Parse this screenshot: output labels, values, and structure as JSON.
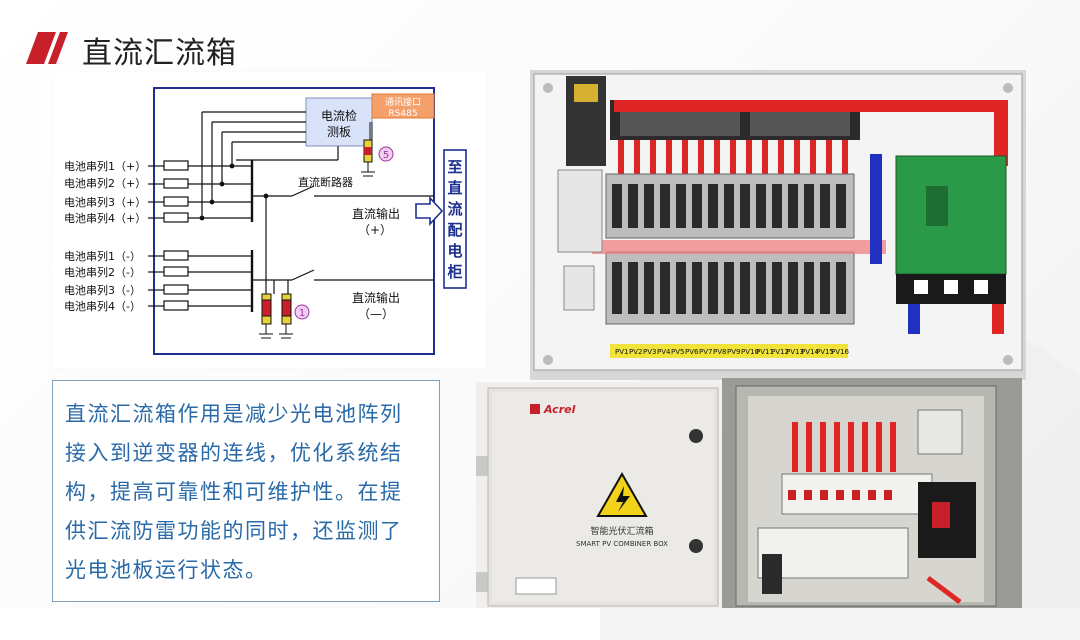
{
  "header": {
    "title": "直流汇流箱"
  },
  "diagram": {
    "inputs_pos": [
      "电池串列1（+）",
      "电池串列2（+）",
      "电池串列3（+）",
      "电池串列4（+）"
    ],
    "inputs_neg": [
      "电池串列1（-）",
      "电池串列2（-）",
      "电池串列3（-）",
      "电池串列4（-）"
    ],
    "board": [
      "电流检",
      "测板"
    ],
    "comm": [
      "通讯接口",
      "RS485"
    ],
    "breaker": "直流断路器",
    "out_pos": [
      "直流输出",
      "（+）"
    ],
    "out_neg": [
      "直流输出",
      "（—）"
    ],
    "dest": [
      "至",
      "直",
      "流",
      "配",
      "电",
      "柜"
    ],
    "markers": [
      "5",
      "1"
    ]
  },
  "description": {
    "lines": [
      "直流汇流箱作用是减少光电池阵列",
      "接入到逆变器的连线，优化系统结",
      "构，提高可靠性和可维护性。在提",
      "供汇流防雷功能的同时，还监测了",
      "光电池板运行状态。"
    ]
  },
  "photo_top": {
    "labels": [
      "PV1",
      "PV2",
      "PV3",
      "PV4",
      "PV5",
      "PV6",
      "PV7",
      "PV8",
      "PV9",
      "PV10",
      "PV11",
      "PV12",
      "PV13",
      "PV14",
      "PV15",
      "PV16"
    ]
  },
  "photo_cabinet": {
    "brand": "Acrel",
    "box_name": "智能光伏汇流箱",
    "box_name_en": "SMART PV COMBINER BOX"
  },
  "colors": {
    "accent_red": "#c8202b",
    "text_blue": "#2a6aa8",
    "diagram_blue": "#1d2f8f"
  }
}
